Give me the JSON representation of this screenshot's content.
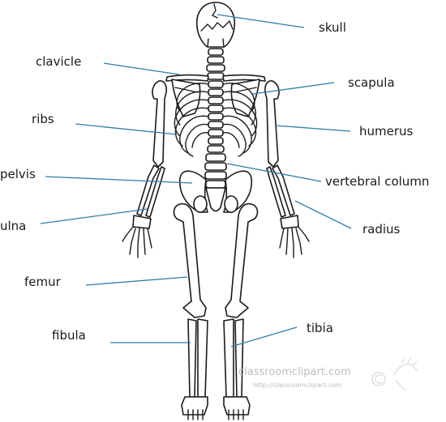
{
  "colors": {
    "leader_line": "#2f7ea8",
    "bone_outline": "#1b1b1b",
    "label_text": "#1a1a1a",
    "watermark": "#bdbdbd"
  },
  "labels": {
    "skull": "skull",
    "clavicle": "clavicle",
    "scapula": "scapula",
    "ribs": "ribs",
    "humerus": "humerus",
    "pelvis": "pelvis",
    "vertebral_column": "vertebral column",
    "ulna": "ulna",
    "radius": "radius",
    "femur": "femur",
    "fibula": "fibula",
    "tibia": "tibia"
  },
  "watermark": {
    "site": "classroomclipart.com",
    "url": "http://classroomclipart.com",
    "logo_icon": "copyright-sun-logo-icon"
  }
}
